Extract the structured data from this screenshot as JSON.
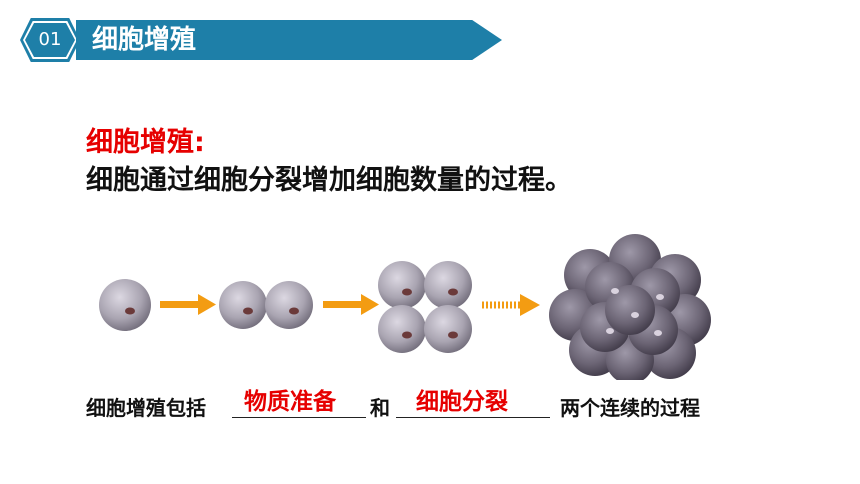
{
  "header": {
    "number": "01",
    "title": "细胞增殖"
  },
  "definition": {
    "title": "细胞增殖:",
    "body": "细胞通过细胞分裂增加细胞数量的过程。"
  },
  "sentence": {
    "prefix": "细胞增殖包括",
    "blank1_answer": "物质准备",
    "middle": "和",
    "blank2_answer": "细胞分裂",
    "suffix": "两个连续的过程"
  },
  "colors": {
    "banner": "#1e7fa8",
    "answer": "#e60000",
    "arrow": "#f39c12",
    "cell_fill": "#8f8a96",
    "cluster_fill": "#5e5766"
  },
  "diagram": {
    "stages": [
      "1-cell",
      "2-cell",
      "4-cell",
      "many-cell"
    ]
  }
}
